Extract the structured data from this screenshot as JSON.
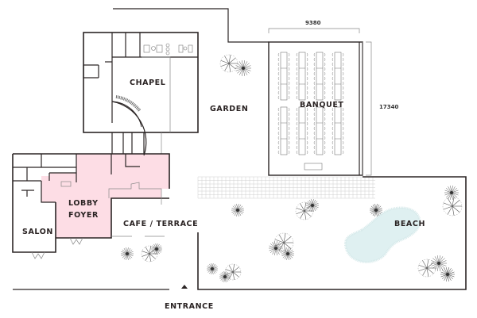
{
  "plan": {
    "rooms": [
      {
        "id": "chapel",
        "label": "CHAPEL"
      },
      {
        "id": "garden",
        "label": "GARDEN"
      },
      {
        "id": "banquet",
        "label": "BANQUET"
      },
      {
        "id": "lobby",
        "label_lines": [
          "LOBBY",
          "FOYER"
        ]
      },
      {
        "id": "salon",
        "label": "SALON"
      },
      {
        "id": "cafe",
        "label": "CAFE / TERRACE"
      },
      {
        "id": "beach",
        "label": "BEACH"
      }
    ],
    "entrance_label": "ENTRANCE",
    "dimensions": {
      "banquet_width": "9380",
      "banquet_length": "17340"
    },
    "colors": {
      "lobby_fill": "#fddde5",
      "beach_fill": "#dff0f1",
      "wall": "#2b2525",
      "grid": "#cfcfcf"
    }
  }
}
